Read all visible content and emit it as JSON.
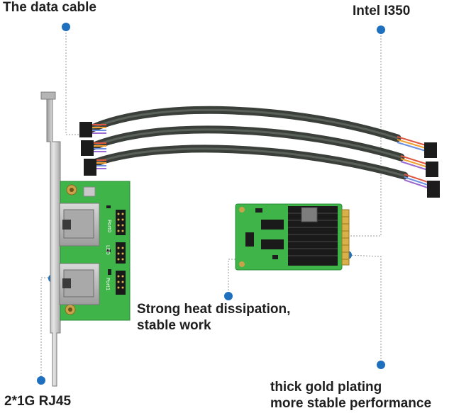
{
  "callouts": {
    "data_cable": "The data cable",
    "intel": "Intel I350",
    "heat_line1": "Strong heat dissipation,",
    "heat_line2": "stable work",
    "rj45": "2*1G RJ45",
    "gold_line1": "thick gold plating",
    "gold_line2": "more stable performance"
  },
  "board": {
    "port_labels": [
      "Port0",
      "Port1"
    ],
    "led_label": "LED"
  },
  "colors": {
    "pcb_green": "#3fb449",
    "callout_dot": "#1f6fbf",
    "cable_sleeve": "#3a3f3a",
    "bracket": "#c8c8c8",
    "heatsink": "#1a1a1a"
  }
}
